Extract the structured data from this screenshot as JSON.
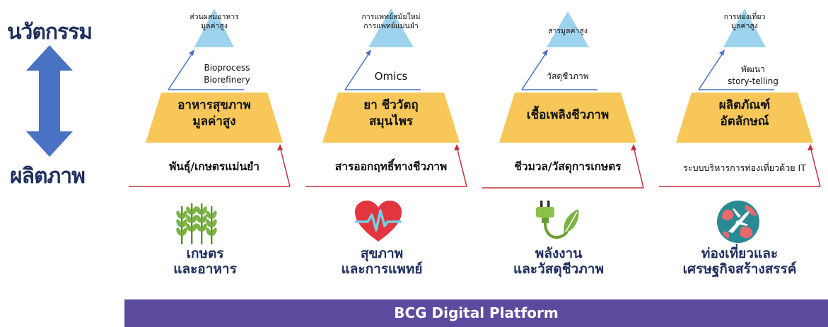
{
  "axis": {
    "top_label": "นวัตกรรม",
    "bottom_label": "ผลิตภาพ"
  },
  "pyramids": [
    {
      "top": "ส่วนผสมอาหาร\nมูลค่าสูง",
      "mid": "Bioprocess\nBiorefinery",
      "band": "อาหารสุขภาพ\nมูลค่าสูง",
      "base": "พันธุ์/เกษตรแม่นยำ",
      "sector": "เกษตร\nและอาหาร",
      "icon": "wheat-icon"
    },
    {
      "top": "การแพทย์สมัยใหม่\nการแพทย์แม่นยำ",
      "mid": "Omics",
      "band": "ยา ชีววัตถุ\nสมุนไพร",
      "base": "สารออกฤทธิ์ทางชีวภาพ",
      "sector": "สุขภาพ\nและการแพทย์",
      "icon": "heartbeat-icon"
    },
    {
      "top": "สารมูลค่าสูง",
      "mid": "วัสดุชีวภาพ",
      "band": "เชื้อเพลิงชีวภาพ",
      "base": "ชีวมวล/วัสดุการเกษตร",
      "sector": "พลังงาน\nและวัสดุชีวภาพ",
      "icon": "plug-leaf-icon"
    },
    {
      "top": "การท่องเที่ยว\nมูลค่าสูง",
      "mid": "พัฒนา\nstory-telling",
      "band": "ผลิตภัณฑ์\nอัตลักษณ์",
      "base": "ระบบบริหารการท่องเที่ยวด้วย IT",
      "sector": "ท่องเที่ยวและ\nเศรษฐกิจสร้างสรรค์",
      "icon": "globe-plane-icon"
    }
  ],
  "banner": {
    "label": "BCG Digital Platform"
  },
  "colors": {
    "apex": "#9dd3ec",
    "band": "#f7c75a",
    "arrow_blue": "#4a72c4",
    "base_line": "#c0323a",
    "banner": "#5b4a9e",
    "axis_text": "#1f2f5e"
  }
}
